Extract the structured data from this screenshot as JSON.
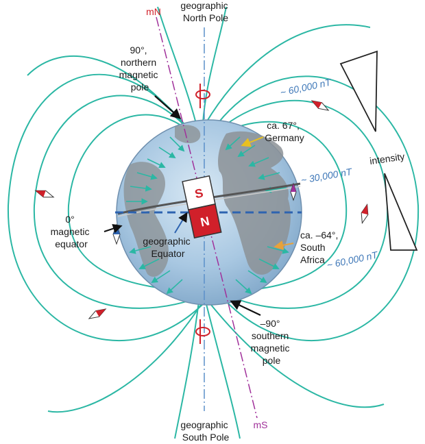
{
  "labels": {
    "mN": "mN",
    "mS": "mS",
    "north_pole": [
      "geographic",
      "North Pole"
    ],
    "south_pole": [
      "geographic",
      "South Pole"
    ],
    "northern_magnetic_pole": [
      "90°,",
      "northern",
      "magnetic",
      "pole"
    ],
    "southern_magnetic_pole": [
      "–90°",
      "southern",
      "magnetic",
      "pole"
    ],
    "germany": [
      "ca. 67°,",
      "Germany"
    ],
    "south_africa": [
      "ca. –64°,",
      "South",
      "Africa"
    ],
    "magnetic_equator": [
      "0°",
      "magnetic",
      "equator"
    ],
    "geographic_equator": [
      "geographic",
      "Equator"
    ],
    "intensity": "intensity",
    "nt_top": "~ 60,000 nT",
    "nt_mid": "~ 30,000 nT",
    "nt_bottom": "~ 60,000 nT",
    "magnet_s": "S",
    "magnet_n": "N"
  },
  "colors": {
    "field_line": "#2bb7a4",
    "magnetic_axis": "#a0309a",
    "rotation_axis": "#5b8fc9",
    "equator_dash": "#2d63b0",
    "magnet_red": "#d0202a",
    "globe": "#9fc2de",
    "land": "#8c9296",
    "nt_text": "#3f78b8",
    "mN_text": "#d0202a",
    "mS_text": "#a0309a"
  }
}
